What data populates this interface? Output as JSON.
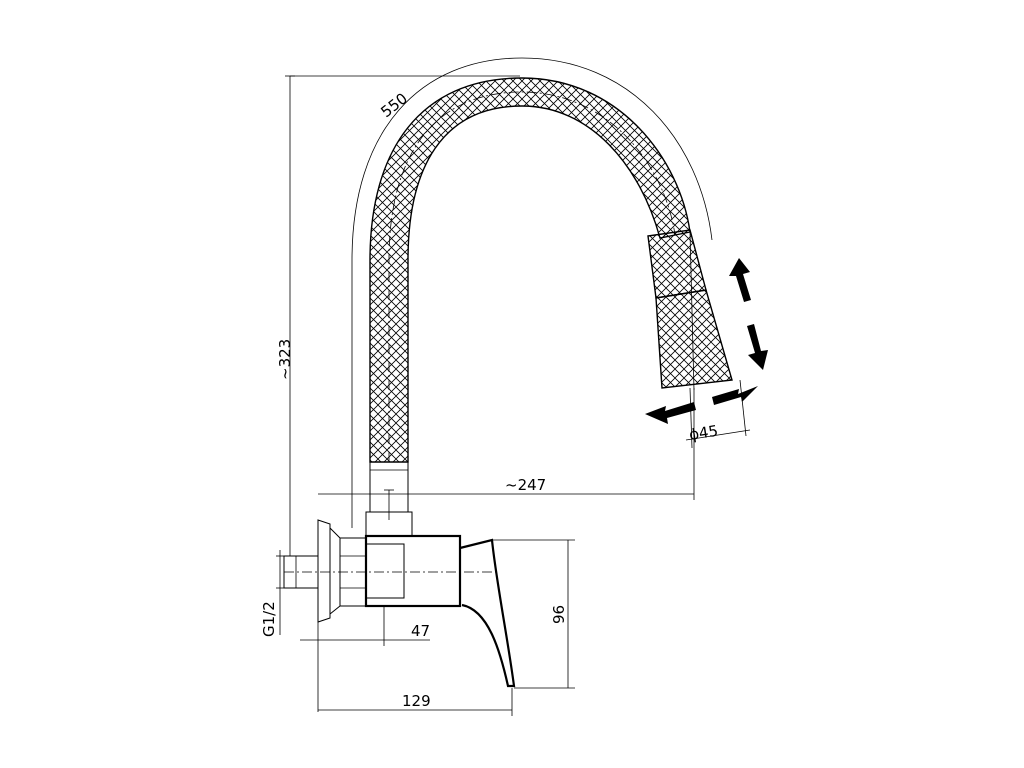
{
  "dimensions": {
    "hose_length": "550",
    "total_height": "~323",
    "reach": "~247",
    "head_diameter": "ϕ45",
    "thread": "G1/2",
    "inlet_offset": "47",
    "body_height": "96",
    "body_length": "129"
  },
  "icons": {
    "vertical_adjust": "double-arrow-vertical-icon",
    "horizontal_adjust": "double-arrow-horizontal-icon"
  },
  "colors": {
    "line": "#000000",
    "background": "#ffffff"
  }
}
